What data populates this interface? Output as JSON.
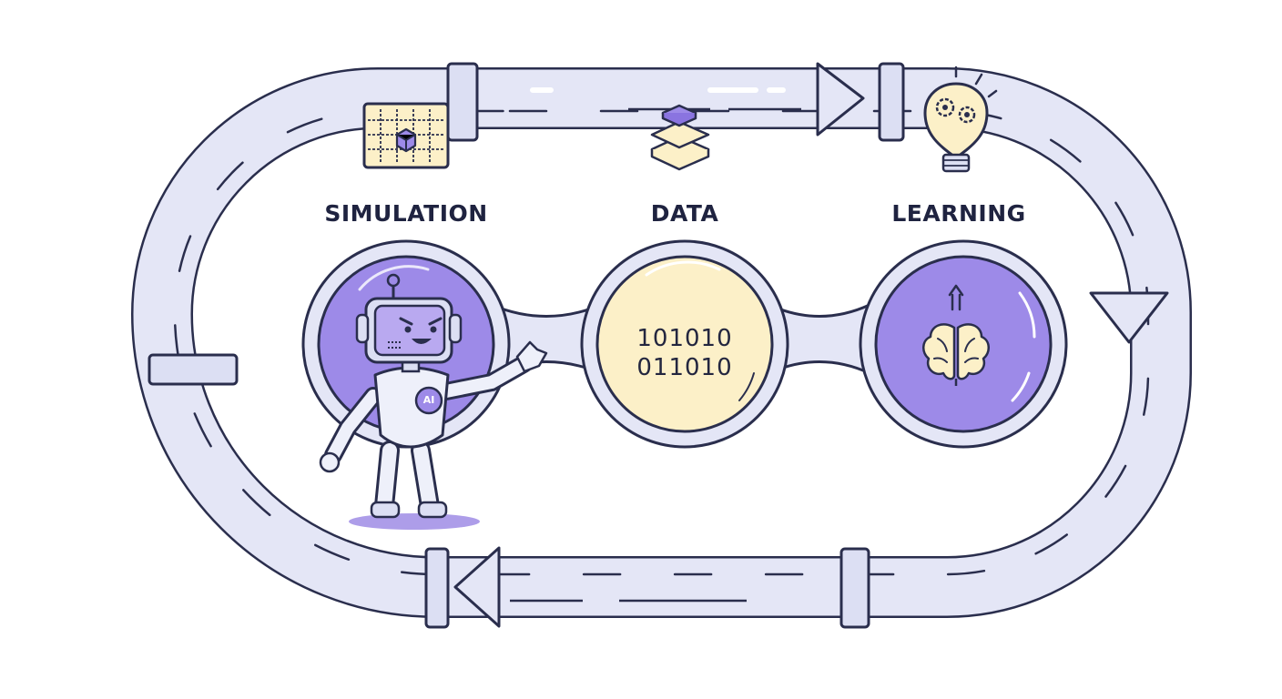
{
  "stages": [
    {
      "id": "simulation",
      "label": "SIMULATION"
    },
    {
      "id": "data",
      "label": "DATA"
    },
    {
      "id": "learning",
      "label": "LEARNING"
    }
  ],
  "robot": {
    "chest_badge": "AI"
  },
  "data_node": {
    "binary_lines": [
      "101010",
      "011010"
    ]
  },
  "colors": {
    "pipe_fill": "#e4e6f6",
    "pipe_outline": "#2a2e4d",
    "purple_node": "#9d8ae8",
    "cream_node": "#fcf0c8",
    "accent_purple": "#8a74e0"
  },
  "icons": [
    "grid-cube-icon",
    "layers-icon",
    "lightbulb-gears-icon",
    "brain-icon",
    "up-arrow-icon",
    "flow-arrow-icon"
  ]
}
